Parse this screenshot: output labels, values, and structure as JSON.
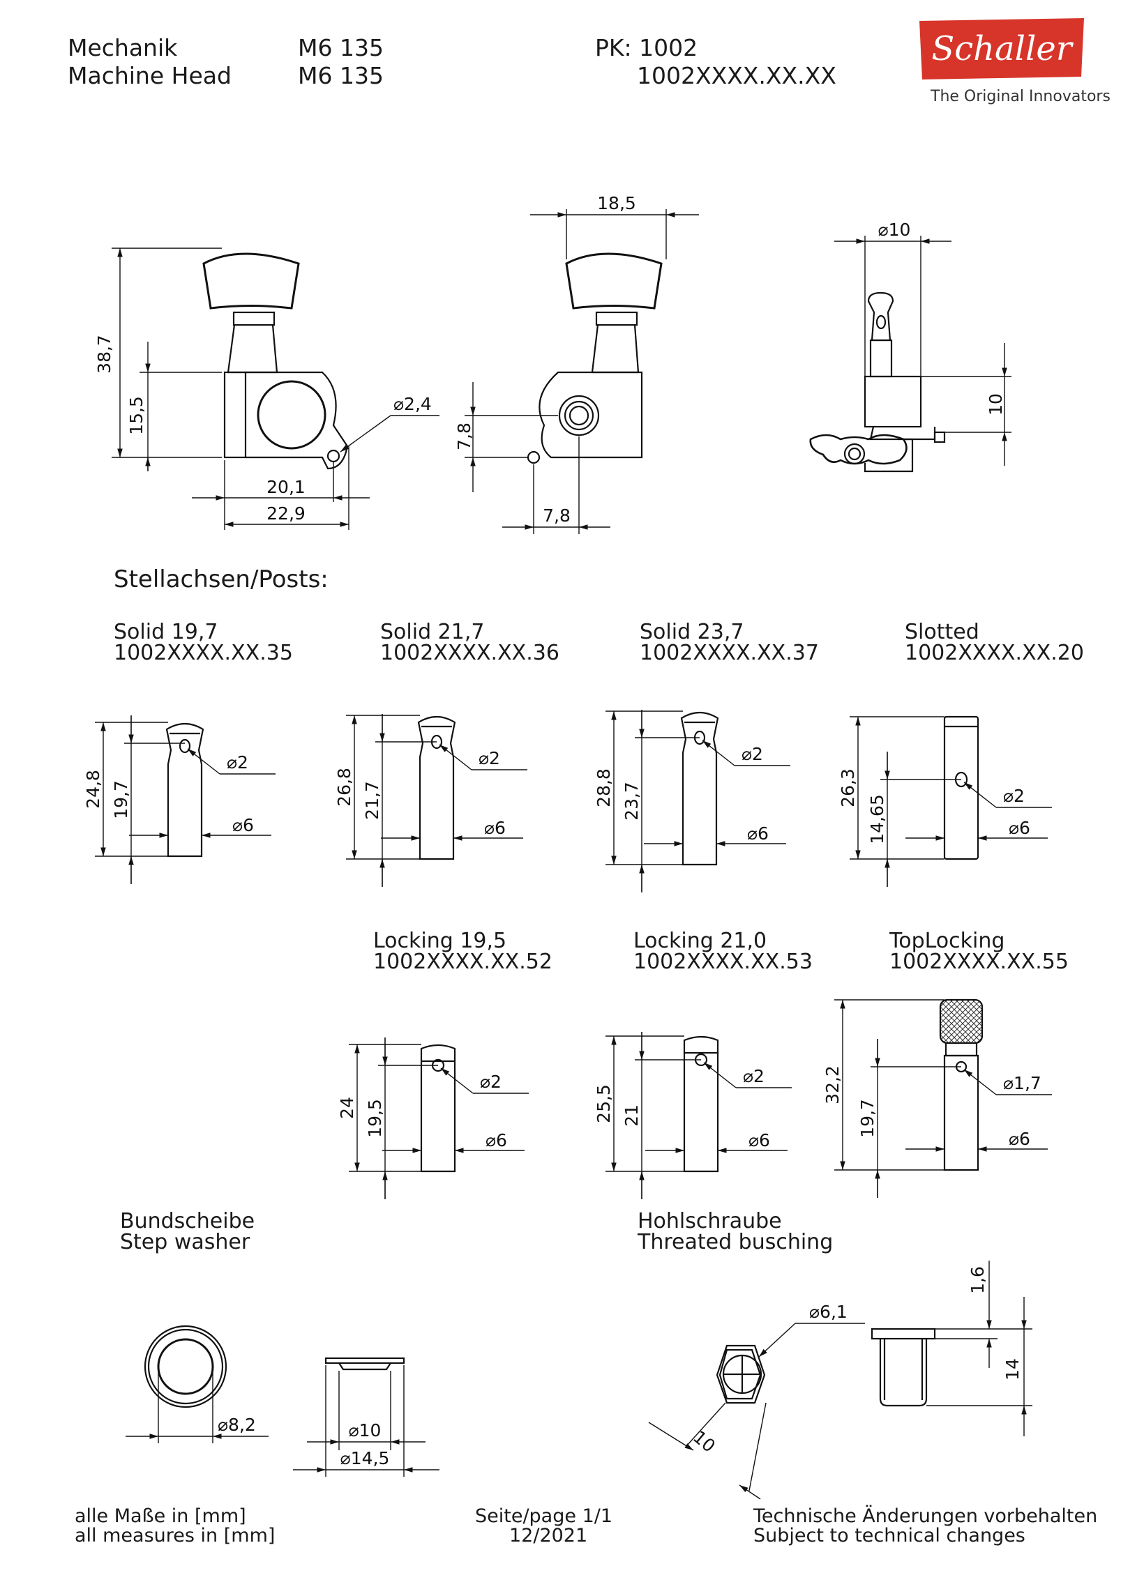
{
  "header": {
    "label_de": "Mechanik",
    "label_en": "Machine Head",
    "model_de": "M6 135",
    "model_en": "M6 135",
    "pk_label": "PK: 1002",
    "pk_code": "1002XXXX.XX.XX",
    "brand": "Schaller",
    "tagline": "The Original Innovators",
    "brand_color": "#d7352a"
  },
  "main_views": {
    "side_left": {
      "height_total": "38,7",
      "height_body": "15,5",
      "hole_dia": "⌀2,4",
      "width_inner": "20,1",
      "width_outer": "22,9"
    },
    "side_right": {
      "width_top": "18,5",
      "offset_v": "7,8",
      "offset_h": "7,8"
    },
    "front": {
      "post_dia": "⌀10",
      "bush_height": "10"
    }
  },
  "posts_title": "Stellachsen/Posts:",
  "posts": [
    {
      "name": "Solid 19,7",
      "code": "1002XXXX.XX.35",
      "dim_total": "24,8",
      "dim_height": "19,7",
      "hole": "⌀2",
      "dia": "⌀6"
    },
    {
      "name": "Solid 21,7",
      "code": "1002XXXX.XX.36",
      "dim_total": "26,8",
      "dim_height": "21,7",
      "hole": "⌀2",
      "dia": "⌀6"
    },
    {
      "name": "Solid 23,7",
      "code": "1002XXXX.XX.37",
      "dim_total": "28,8",
      "dim_height": "23,7",
      "hole": "⌀2",
      "dia": "⌀6"
    },
    {
      "name": "Slotted",
      "code": "1002XXXX.XX.20",
      "dim_total": "26,3",
      "dim_height": "14,65",
      "hole": "⌀2",
      "dia": "⌀6"
    },
    {
      "name": "Locking 19,5",
      "code": "1002XXXX.XX.52",
      "dim_total": "24",
      "dim_height": "19,5",
      "hole": "⌀2",
      "dia": "⌀6"
    },
    {
      "name": "Locking 21,0",
      "code": "1002XXXX.XX.53",
      "dim_total": "25,5",
      "dim_height": "21",
      "hole": "⌀2",
      "dia": "⌀6"
    },
    {
      "name": "TopLocking",
      "code": "1002XXXX.XX.55",
      "dim_total": "32,2",
      "dim_height": "19,7",
      "hole": "⌀1,7",
      "dia": "⌀6"
    }
  ],
  "washer": {
    "title_de": "Bundscheibe",
    "title_en": "Step washer",
    "dia_inner": "⌀8,2",
    "dia_10": "⌀10",
    "dia_outer": "⌀14,5"
  },
  "bushing": {
    "title_de": "Hohlschraube",
    "title_en": "Threated busching",
    "dia": "⌀6,1",
    "hex": "10",
    "flange": "1,6",
    "length": "14"
  },
  "footer": {
    "measures_de": "alle Maße in [mm]",
    "measures_en": "all measures in [mm]",
    "page": "Seite/page 1/1",
    "date": "12/2021",
    "changes_de": "Technische Änderungen vorbehalten",
    "changes_en": "Subject to technical changes"
  }
}
